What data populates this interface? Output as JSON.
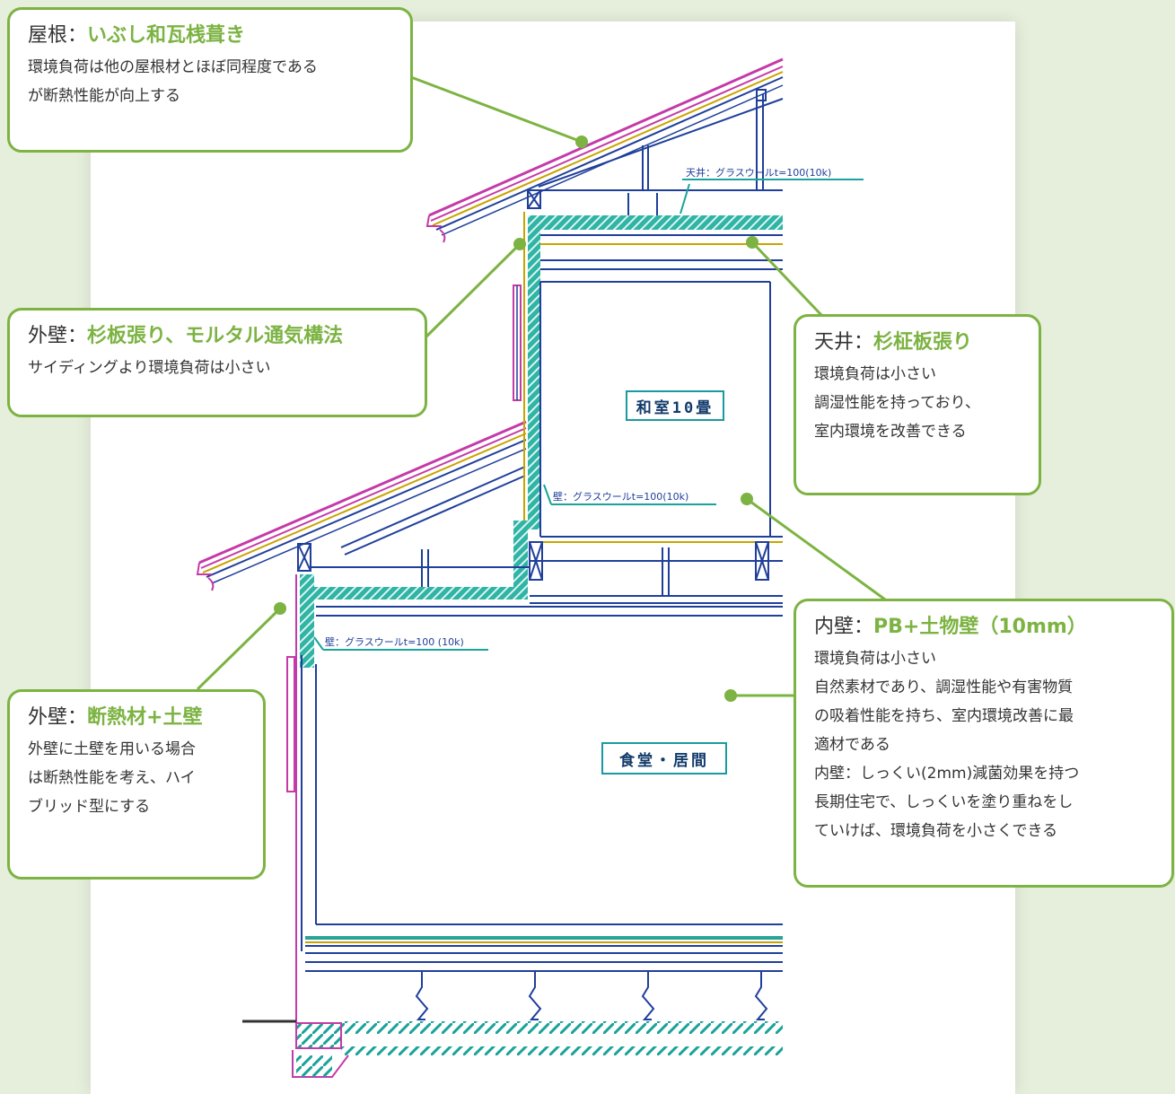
{
  "callouts": {
    "roof": {
      "label": "屋根：",
      "material": "いぶし和瓦桟葺き",
      "lines": [
        "環境負荷は他の屋根材とほぼ同程度である",
        "が断熱性能が向上する"
      ]
    },
    "exterior_wall_upper": {
      "label": "外壁：",
      "material": "杉板張り、モルタル通気構法",
      "lines": [
        "サイディングより環境負荷は小さい"
      ]
    },
    "ceiling": {
      "label": "天井：",
      "material": "杉柾板張り",
      "lines": [
        "環境負荷は小さい",
        "調湿性能を持っており、",
        "室内環境を改善できる"
      ]
    },
    "interior_wall": {
      "label": "内壁：",
      "material": "PB+土物壁（10mm）",
      "lines": [
        "環境負荷は小さい",
        "自然素材であり、調湿性能や有害物質",
        "の吸着性能を持ち、室内環境改善に最",
        "適材である",
        "内壁：しっくい(2mm)減菌効果を持つ",
        "長期住宅で、しっくいを塗り重ねをし",
        "ていけば、環境負荷を小さくできる"
      ]
    },
    "exterior_wall_lower": {
      "label": "外壁：",
      "material": "断熱材+土壁",
      "lines": [
        "外壁に土壁を用いる場合",
        "は断熱性能を考え、ハイ",
        "ブリッド型にする"
      ]
    }
  },
  "drawing": {
    "ceiling_note": "天井：グラスウールt=100(10k)",
    "wall_note_upper": "壁：グラスウールt=100(10k)",
    "wall_note_lower": "壁：グラスウールt=100 (10k)",
    "room_upper": "和室10畳",
    "room_lower": "食堂・居間"
  },
  "colors": {
    "accent": "#7cb342",
    "page_background": "#e6eedc",
    "drawing_line": "#1f3f9a",
    "insulation": "#2aa39a",
    "roof_tile": "#c43aa8"
  }
}
